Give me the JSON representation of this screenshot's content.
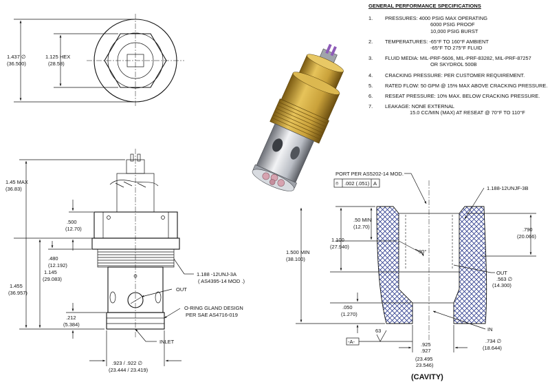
{
  "specs": {
    "title": "GENERAL PERFORMANCE SPECIFICATIONS",
    "items": [
      {
        "num": "1.",
        "lines": [
          "PRESSURES:  4000 PSIG MAX OPERATING",
          "6000 PSIG PROOF",
          "10,000 PSIG BURST"
        ]
      },
      {
        "num": "2.",
        "lines": [
          "TEMPERATURES:  -65°F TO 160°F AMBIENT",
          "-65°F TO 275°F FLUID"
        ]
      },
      {
        "num": "3.",
        "lines": [
          "FLUID MEDIA:  MIL-PRF-5606,  MIL-PRF-83282, MIL-PRF-87257",
          "OR SKYDROL 500B"
        ]
      },
      {
        "num": "4.",
        "lines": [
          "CRACKING PRESSURE:  PER CUSTOMER REQUIREMENT."
        ]
      },
      {
        "num": "5.",
        "lines": [
          "RATED FLOW:  50 GPM @ 15% MAX ABOVE CRACKING PRESSURE."
        ]
      },
      {
        "num": "6.",
        "lines": [
          "RESEAT PRESSURE:  10% MAX. BELOW CRACKING PRESSURE."
        ]
      },
      {
        "num": "7.",
        "lines": [
          "LEAKAGE:  NONE EXTERNAL",
          "15.0 CC/MIN (MAX) AT RESEAT @ 70°F  TO  110°F"
        ]
      }
    ]
  },
  "top_view": {
    "dia_in": "1.437 ∅",
    "dia_mm": "(36.500)",
    "hex_in": "1.125  HEX",
    "hex_mm": "(28.58)"
  },
  "side_view": {
    "max_in": "1.45 MAX",
    "max_mm": "(36.83)",
    "d500_in": ".500",
    "d500_mm": "(12.70)",
    "d480_in": ".480",
    "d480_mm": "(12.192)",
    "d1145_in": "1.145",
    "d1145_mm": "(29.083)",
    "d1455_in": "1.455",
    "d1455_mm": "(36.957)",
    "d212_in": ".212",
    "d212_mm": "(5.384)",
    "thread_1": "1.188 -12UNJ-3A",
    "thread_2": "( AS4395-14 MOD .)",
    "out": "OUT",
    "oring_1": "O-RING GLAND DESIGN",
    "oring_2": "PER SAE AS4716-019",
    "inlet": "INLET",
    "dia_bottom_in": ".923 / .922 ∅",
    "dia_bottom_mm": "(23.444 / 23.419)"
  },
  "cavity": {
    "port_1": "PORT PER AS5202-14 MOD.",
    "fcf_sym": "⌾",
    "fcf_tol": ".002 (.051)",
    "fcf_datum": "A",
    "thread": "1.188-12UNJF-3B",
    "min50_in": ".50 MIN",
    "min50_mm": "(12.70)",
    "d1100_in": "1.100",
    "d1100_mm": "(27.940)",
    "min1500_in": "1.500 MIN",
    "min1500_mm": "(38.100)",
    "angle": "30°",
    "d790_in": ".790",
    "d790_mm": "(20.066)",
    "out": "OUT",
    "d563_in": ".563 ∅",
    "d563_mm": "(14.300)",
    "d050_in": ".050",
    "d050_mm": "(1.270)",
    "in": "IN",
    "d734_in": ".734 ∅",
    "d734_mm": "(18.644)",
    "datum_a": "-A-",
    "finish": "63",
    "d925_in": ".925",
    "d927_in": ".927",
    "d_mm_top": "(23.495",
    "d_mm_bot": "23.546)",
    "label": "(CAVITY)"
  },
  "colors": {
    "line": "#111111",
    "hatch": "#2b3a8c",
    "brass": "#c9a13a",
    "steel": "#b9bdc4",
    "port": "#d6a3b0"
  }
}
